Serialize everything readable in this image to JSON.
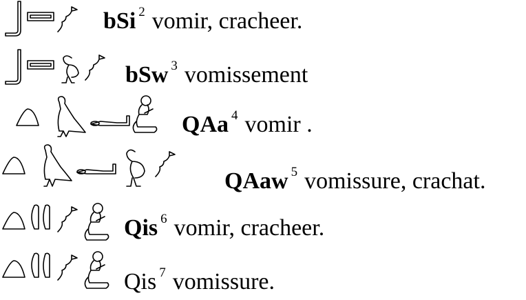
{
  "entries": [
    {
      "translit": "bSi",
      "note": "2",
      "gloss": "vomir, cracheer.",
      "bold": true,
      "glyphs": [
        "leg-glyph",
        "bolt-glyph",
        "spitting-lips-glyph"
      ]
    },
    {
      "translit": "bSw",
      "note": "3",
      "gloss": "vomissement",
      "bold": true,
      "glyphs": [
        "leg-glyph",
        "bolt-glyph",
        "quail-chick-glyph",
        "spitting-lips-glyph"
      ]
    },
    {
      "translit": "QAa",
      "note": "4",
      "gloss": "vomir .",
      "bold": true,
      "glyphs": [
        "hill-slope-glyph",
        "vulture-glyph",
        "arm-glyph",
        "vomiting-man-glyph"
      ]
    },
    {
      "translit": "QAaw",
      "note": "5",
      "gloss": "vomissure, crachat.",
      "bold": true,
      "glyphs": [
        "hill-slope-glyph",
        "vulture-glyph",
        "arm-glyph",
        "quail-chick-glyph",
        "spitting-lips-glyph"
      ]
    },
    {
      "translit": "Qis",
      "note": "6",
      "gloss": "vomir, cracheer.",
      "bold": true,
      "glyphs": [
        "hill-slope-glyph",
        "reed-leaf-glyph",
        "reed-leaf-glyph",
        "spitting-lips-glyph",
        "vomiting-man-glyph"
      ]
    },
    {
      "translit": "Qis",
      "note": "7",
      "gloss": "vomissure.",
      "bold": false,
      "glyphs": [
        "hill-slope-glyph",
        "reed-leaf-glyph",
        "reed-leaf-glyph",
        "spitting-lips-glyph",
        "vomiting-man-glyph"
      ]
    }
  ]
}
